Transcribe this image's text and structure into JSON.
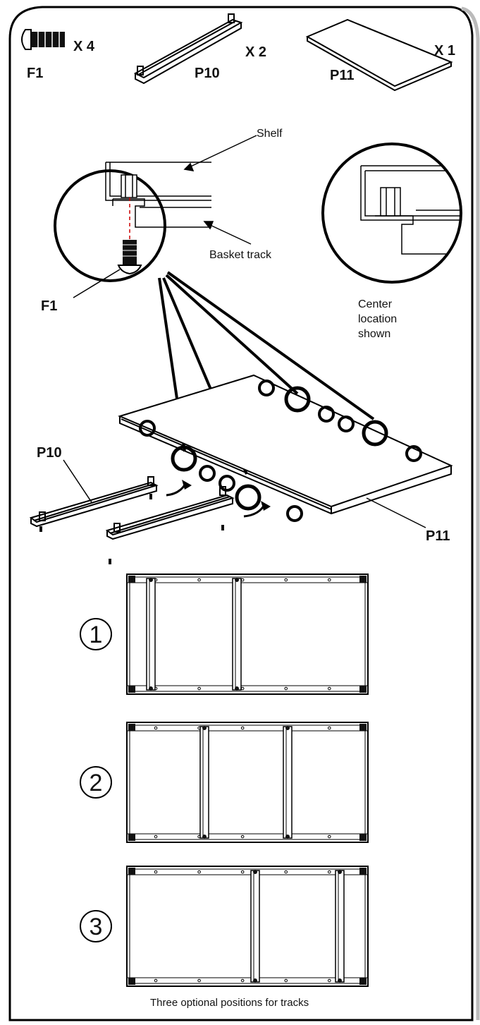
{
  "parts": [
    {
      "id": "F1",
      "qty": "X 4"
    },
    {
      "id": "P10",
      "qty": "X 2"
    },
    {
      "id": "P11",
      "qty": "X 1"
    }
  ],
  "detail": {
    "shelf_label": "Shelf",
    "track_label": "Basket track",
    "fastener_label": "F1",
    "center_note": [
      "Center",
      "location",
      "shown"
    ]
  },
  "assembly": {
    "track_label": "P10",
    "shelf_label": "P11"
  },
  "positions": {
    "numbers": [
      "1",
      "2",
      "3"
    ],
    "caption": "Three optional positions for tracks"
  }
}
